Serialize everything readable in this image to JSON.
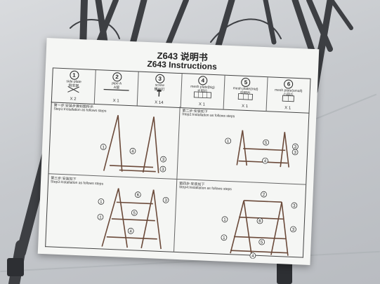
{
  "document": {
    "title_cn": "Z643 说明书",
    "title_en": "Z643 Instructions"
  },
  "parts": [
    {
      "num": "1",
      "en": "side plate",
      "cn": "侧支架",
      "qty": "X 2"
    },
    {
      "num": "2",
      "en": "pipe A",
      "cn": "A管",
      "qty": "X 1"
    },
    {
      "num": "3",
      "en": "screw",
      "cn": "螺丝钉",
      "qty": "X 14"
    },
    {
      "num": "4",
      "en": "mesh plate(big)",
      "cn": "大网片",
      "qty": "X 1"
    },
    {
      "num": "5",
      "en": "mesh plate(mid)",
      "cn": "中网片",
      "qty": "X 1"
    },
    {
      "num": "6",
      "en": "mesh plate(small)",
      "cn": "小网片",
      "qty": "X 1"
    }
  ],
  "steps": [
    {
      "cn": "第一步:安装步骤如图所示",
      "en": "Step1:Installation as follows steps"
    },
    {
      "cn": "第二步:安装如下",
      "en": "Step2:Installation as follows steps"
    },
    {
      "cn": "第三步:安装如下",
      "en": "Step3:Installation as follows steps"
    },
    {
      "cn": "第四步:安装如下",
      "en": "Step4:Installation as follows steps"
    }
  ],
  "labels": {
    "one": "1",
    "two": "2",
    "three": "3",
    "four": "4",
    "five": "5",
    "six": "6"
  },
  "colors": {
    "paper": "#f5f6f4",
    "ink": "#222222",
    "rack": "#6b4a3a",
    "pole": "#3d3f43"
  }
}
